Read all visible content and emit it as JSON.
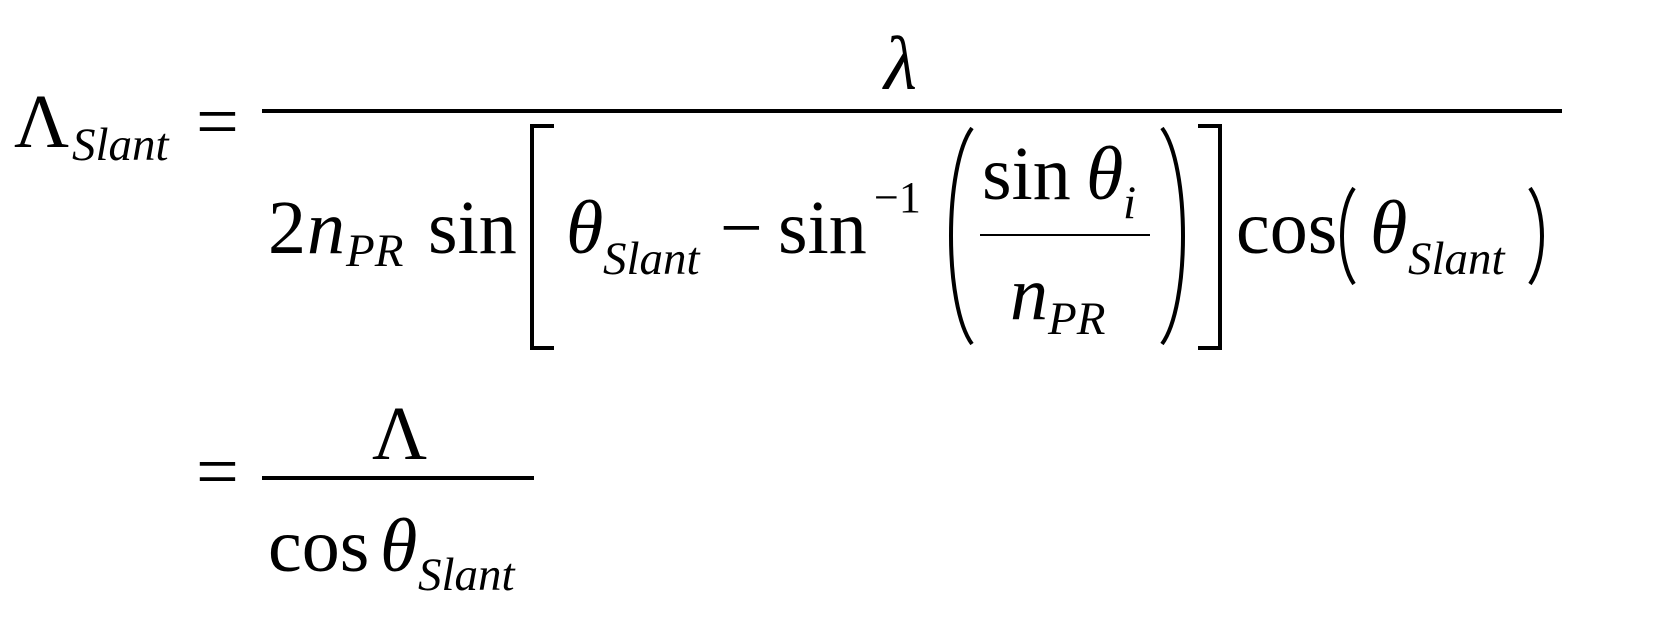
{
  "equation": {
    "lhs": {
      "symbol": "Λ",
      "subscript": "Slant"
    },
    "eq1": "=",
    "fraction1": {
      "numerator": "λ",
      "denominator": {
        "coef": "2",
        "n": "n",
        "n_sub": "PR",
        "sin": "sin",
        "theta_slant": "θ",
        "theta_slant_sub": "Slant",
        "minus": "−",
        "arcsin": "sin",
        "arcsin_exp": "−1",
        "inner_num_sin": "sin",
        "inner_num_theta": "θ",
        "inner_num_sub": "i",
        "inner_den_n": "n",
        "inner_den_sub": "PR",
        "cos": "cos",
        "cos_theta": "θ",
        "cos_theta_sub": "Slant"
      }
    },
    "eq2": "=",
    "fraction2": {
      "numerator": "Λ",
      "cos": "cos",
      "theta": "θ",
      "theta_sub": "Slant"
    }
  }
}
